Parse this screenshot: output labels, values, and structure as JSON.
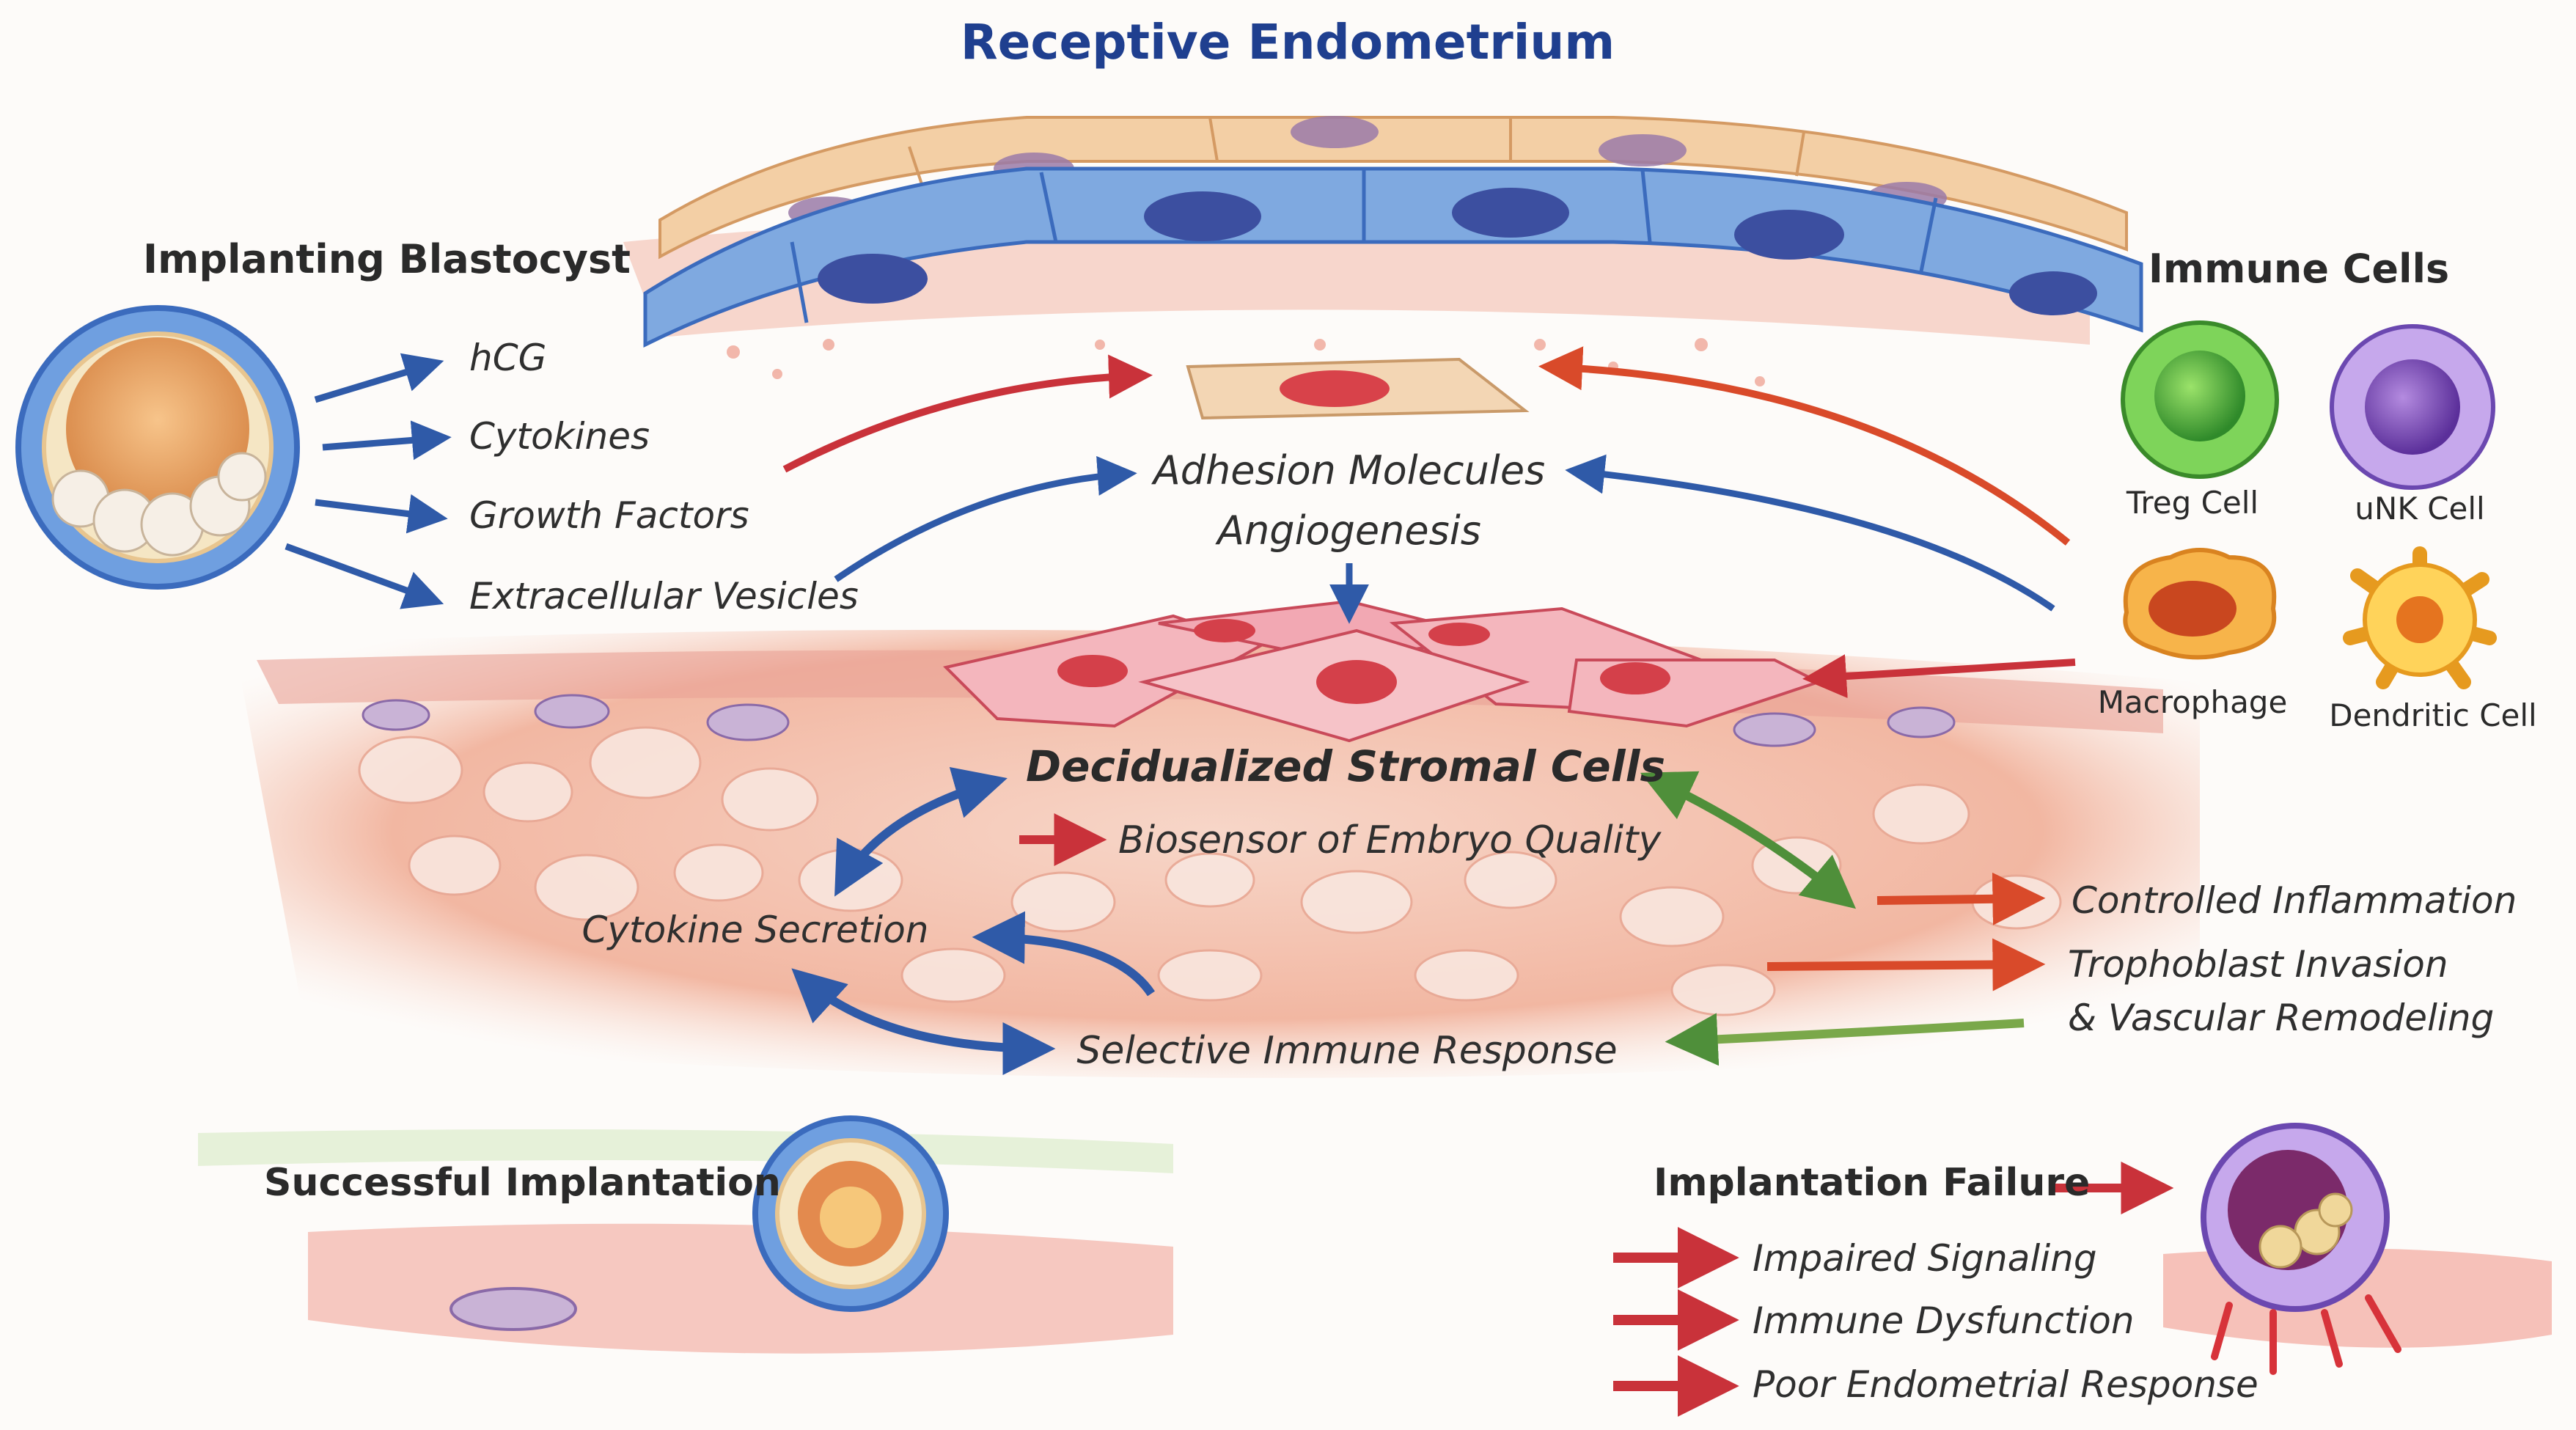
{
  "title": "Receptive Endometrium",
  "blastocyst": {
    "heading": "Implanting Blastocyst",
    "signals": [
      "hCG",
      "Cytokines",
      "Growth Factors",
      "Extracellular Vesicles"
    ]
  },
  "immune": {
    "heading": "Immune Cells",
    "cells": [
      "Treg Cell",
      "uNK Cell",
      "Macrophage",
      "Dendritic Cell"
    ]
  },
  "adhesion": {
    "line1": "Adhesion Molecules",
    "line2": "Angiogenesis"
  },
  "stromal": {
    "heading": "Decidualized Stromal Cells",
    "biosensor": "Biosensor of Embryo Quality",
    "cytokine": "Cytokine Secretion",
    "immune_response": "Selective Immune Response"
  },
  "outcomes": {
    "controlled": "Controlled Inflammation",
    "trophoblast_1": "Trophoblast Invasion",
    "trophoblast_2": "& Vascular Remodeling"
  },
  "success": {
    "heading": "Successful Implantation"
  },
  "failure": {
    "heading": "Implantation Failure",
    "causes": [
      "Impaired Signaling",
      "Immune Dysfunction",
      "Poor Endometrial Response"
    ]
  },
  "colors": {
    "blue": "#2f5aa8",
    "red": "#c9323a",
    "green": "#4f8f3a",
    "navy": "#1f3f8f"
  }
}
